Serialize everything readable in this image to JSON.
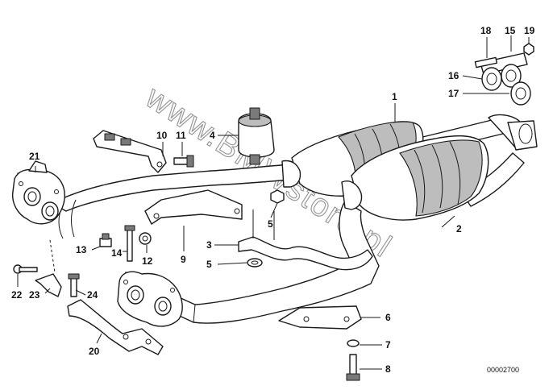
{
  "watermark": "www.BMWstore.pl",
  "reference": "00002700",
  "callouts": [
    {
      "id": "1",
      "label": "1"
    },
    {
      "id": "2",
      "label": "2"
    },
    {
      "id": "3",
      "label": "3"
    },
    {
      "id": "4",
      "label": "4"
    },
    {
      "id": "5a",
      "label": "5"
    },
    {
      "id": "5b",
      "label": "5"
    },
    {
      "id": "6",
      "label": "6"
    },
    {
      "id": "7",
      "label": "7"
    },
    {
      "id": "8",
      "label": "8"
    },
    {
      "id": "9",
      "label": "9"
    },
    {
      "id": "10",
      "label": "10"
    },
    {
      "id": "11",
      "label": "11"
    },
    {
      "id": "12",
      "label": "12"
    },
    {
      "id": "13",
      "label": "13"
    },
    {
      "id": "14",
      "label": "14"
    },
    {
      "id": "15",
      "label": "15"
    },
    {
      "id": "16",
      "label": "16"
    },
    {
      "id": "17",
      "label": "17"
    },
    {
      "id": "18",
      "label": "18"
    },
    {
      "id": "19",
      "label": "19"
    },
    {
      "id": "20",
      "label": "20"
    },
    {
      "id": "21",
      "label": "21"
    },
    {
      "id": "22",
      "label": "22"
    },
    {
      "id": "23",
      "label": "23"
    },
    {
      "id": "24",
      "label": "24"
    }
  ]
}
